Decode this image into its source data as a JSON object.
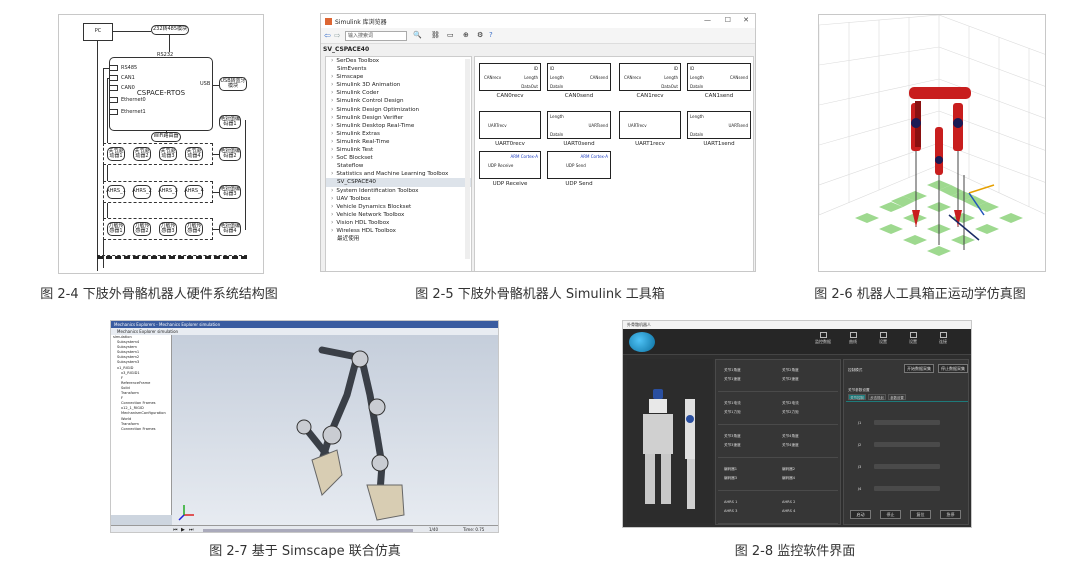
{
  "captions": {
    "fig24": "图 2-4 下肢外骨骼机器人硬件系统结构图",
    "fig25": "图 2-5 下肢外骨骼机器人 Simulink 工具箱",
    "fig26": "图 2-6 机器人工具箱正运动学仿真图",
    "fig27": "图 2-7 基于 Simscape 联合仿真",
    "fig28": "图 2-8 监控软件界面"
  },
  "hardware": {
    "pc": "PC",
    "module_232_485": "232转485模块",
    "rs232": "RS232",
    "rtos": "CSPACE-RTOS",
    "ports": [
      "RS485",
      "CAN1",
      "CAN0",
      "Ethernet0",
      "Ethernet1"
    ],
    "usb": "USB",
    "usb_bt": "USB转蓝牙模块",
    "wifi": "WiFi路由器",
    "right_boxes": [
      "绝对值编码器1",
      "绝对值编码器2",
      "绝对值编码器3",
      "绝对值编码器4"
    ],
    "drivers": [
      "关节驱动器1",
      "关节驱动器2",
      "关节驱动器3",
      "关节驱动器4"
    ],
    "ahrs": [
      "AHRS_1",
      "AHRS_2",
      "AHRS_3",
      "AHRS_4"
    ],
    "force": [
      "力敏传感器1",
      "力敏传感器2",
      "力敏传感器3",
      "力敏传感器4"
    ]
  },
  "simulink": {
    "window_title": "Simulink 库浏览器",
    "search_placeholder": "输入搜索词",
    "path": "SV_CSPACE40",
    "tree": [
      {
        "label": "SerDes Toolbox",
        "arrow": true
      },
      {
        "label": "SimEvents",
        "arrow": false
      },
      {
        "label": "Simscape",
        "arrow": true
      },
      {
        "label": "Simulink 3D Animation",
        "arrow": true
      },
      {
        "label": "Simulink Coder",
        "arrow": true
      },
      {
        "label": "Simulink Control Design",
        "arrow": true
      },
      {
        "label": "Simulink Design Optimization",
        "arrow": true
      },
      {
        "label": "Simulink Design Verifier",
        "arrow": true
      },
      {
        "label": "Simulink Desktop Real-Time",
        "arrow": true
      },
      {
        "label": "Simulink Extras",
        "arrow": true
      },
      {
        "label": "Simulink Real-Time",
        "arrow": true
      },
      {
        "label": "Simulink Test",
        "arrow": true
      },
      {
        "label": "SoC Blockset",
        "arrow": true
      },
      {
        "label": "Stateflow",
        "arrow": false
      },
      {
        "label": "Statistics and Machine Learning Toolbox",
        "arrow": true
      },
      {
        "label": "SV_CSPACE40",
        "arrow": false,
        "selected": true
      },
      {
        "label": "System Identification Toolbox",
        "arrow": true
      },
      {
        "label": "UAV Toolbox",
        "arrow": true
      },
      {
        "label": "Vehicle Dynamics Blockset",
        "arrow": true
      },
      {
        "label": "Vehicle Network Toolbox",
        "arrow": true
      },
      {
        "label": "Vision HDL Toolbox",
        "arrow": true
      },
      {
        "label": "Wireless HDL Toolbox",
        "arrow": true
      },
      {
        "label": "最近使用",
        "arrow": false
      }
    ],
    "blocks": [
      "CAN0recv",
      "CAN0send",
      "CAN1recv",
      "CAN1send",
      "UART0recv",
      "UART0send",
      "UART1recv",
      "UART1send",
      "UDP Receive",
      "UDP Send"
    ],
    "port_labels": {
      "id": "ID",
      "length": "Length",
      "dataout": "DataOut",
      "datain": "DataIn",
      "canrecv": "CANrecv",
      "cansend": "CANsend",
      "uartrecv": "UARTrecv",
      "uartsend": "UARTsend",
      "udprecv": "UDP Receive",
      "udpsend": "UDP Send",
      "arm": "ARM Cortex-A"
    }
  },
  "simscape": {
    "title": "Mechanics Explorers - Mechanics Explorer simulation",
    "tab": "Mechanics Explorer simulation",
    "tree": [
      "simulation",
      "Subsystem4",
      "Subsystem",
      "Subsystem1",
      "Subsystem2",
      "Subsystem3",
      "x1_RIGID",
      "x3_RIGID1",
      "F",
      "ReferenceFrame",
      "Solid",
      "Transform",
      "F",
      "Connection Frames",
      "x12_1_RIGID",
      "MechanismConfiguration",
      "World",
      "Transform",
      "Connection Frames"
    ],
    "zoom": "1/40",
    "time_label": "Time: 0.75"
  },
  "monitor": {
    "window_title": "外骨骼机器人",
    "nav": [
      "监控数据",
      "曲线",
      "设置",
      "设置",
      "连接"
    ],
    "left_labels": [
      "关节1角度",
      "关节2角度",
      "关节1速度",
      "关节2速度",
      "关节1电流",
      "关节2电流",
      "关节1力矩",
      "关节2力矩",
      "关节3角度",
      "关节4角度",
      "关节3速度",
      "关节4速度",
      "编码器1",
      "编码器2",
      "编码器3",
      "编码器4",
      "AHRS 1",
      "AHRS 2",
      "AHRS 3",
      "AHRS 4"
    ],
    "right_header": "控制模式",
    "start_btn": "开始数据采集",
    "stop_btn": "停止数据采集",
    "section": "关节参数设置",
    "tabs": [
      "关节控制",
      "步态规划",
      "参数设置"
    ],
    "rows": [
      "J1",
      "J2",
      "J3",
      "J4"
    ],
    "actions": [
      "启动",
      "停止",
      "复位",
      "急停"
    ]
  }
}
